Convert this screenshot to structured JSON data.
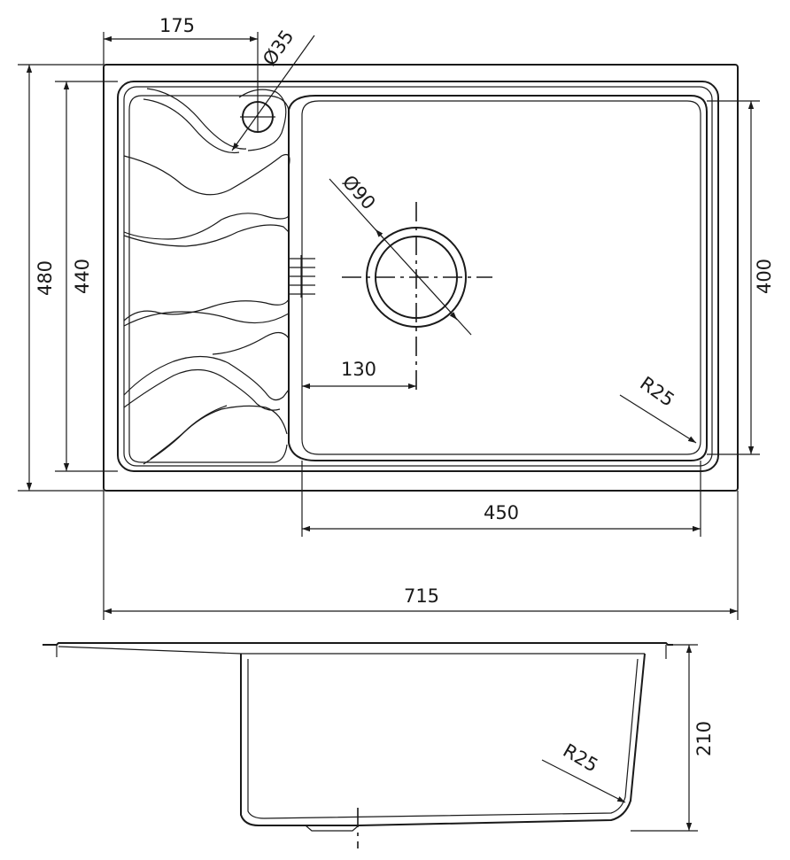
{
  "dimensions": {
    "tap_hole_offset": "175",
    "tap_hole_diameter": "Ø35",
    "overall_depth_outer": "480",
    "overall_depth_inner": "440",
    "bowl_depth": "400",
    "drain_diameter": "Ø90",
    "drain_offset": "130",
    "bowl_corner_radius": "R25",
    "bowl_width": "450",
    "overall_width": "715",
    "bowl_height": "210",
    "side_corner_radius": "R25"
  }
}
